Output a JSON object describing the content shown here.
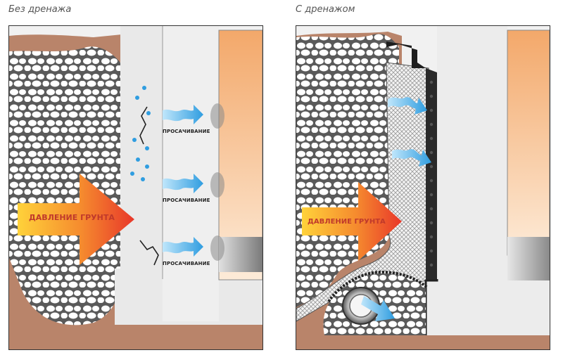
{
  "left_panel": {
    "caption": "Без дренажа",
    "pressure_label": "ДАВЛЕНИЕ ГРУНТА",
    "seepage_labels": [
      "ПРОСАЧИВАНИЕ",
      "ПРОСАЧИВАНИЕ",
      "ПРОСАЧИВАНИЕ"
    ]
  },
  "right_panel": {
    "caption": "С дренажом",
    "pressure_label": "ДАВЛЕНИЕ ГРУНТА"
  },
  "colors": {
    "soil": "#b9846a",
    "gravel": "#ffffff",
    "wall": "#ececec",
    "interior": "#f6c79a",
    "arrow_orange": "#f0532a",
    "arrow_yellow": "#ffd23a",
    "water": "#3aa6e0",
    "membrane": "#222222"
  }
}
